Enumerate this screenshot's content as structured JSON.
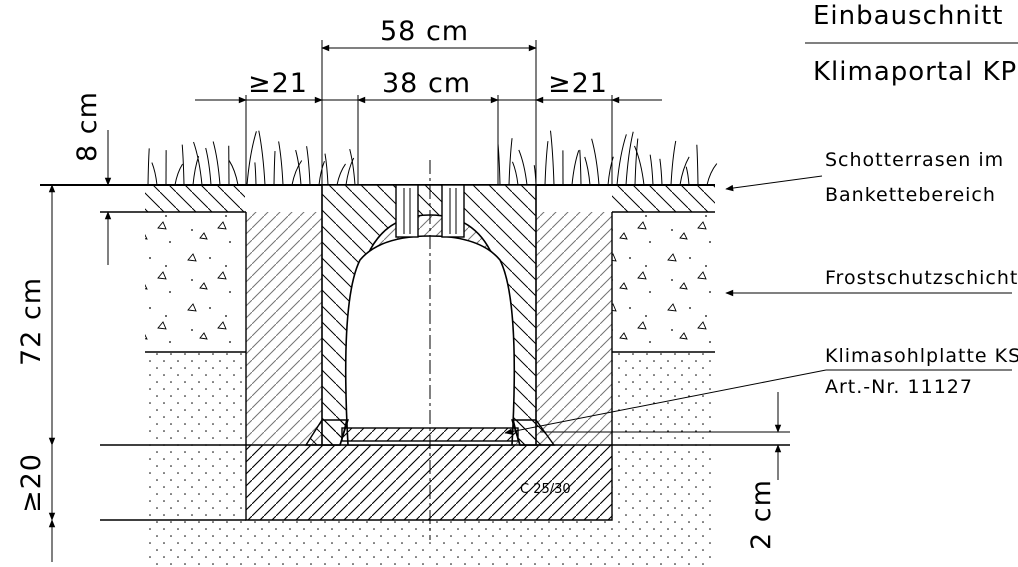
{
  "title": {
    "line1": "Einbauschnitt",
    "line2": "Klimaportal KP"
  },
  "dimensions": {
    "outer_width": "58 cm",
    "inner_width": "38 cm",
    "left_margin": "≥21",
    "right_margin": "≥21",
    "top_layer": "8 cm",
    "total_height": "72 cm",
    "foundation": "≥20",
    "base_plate": "2 cm"
  },
  "labels": {
    "gravel_lawn_1": "Schotterrasen im",
    "gravel_lawn_2": "Bankettebereich",
    "frost_layer": "Frostschutzschicht",
    "base_plate_1": "Klimasohlplatte KS",
    "base_plate_2": "Art.-Nr. 11127",
    "concrete": "C 25/30"
  }
}
